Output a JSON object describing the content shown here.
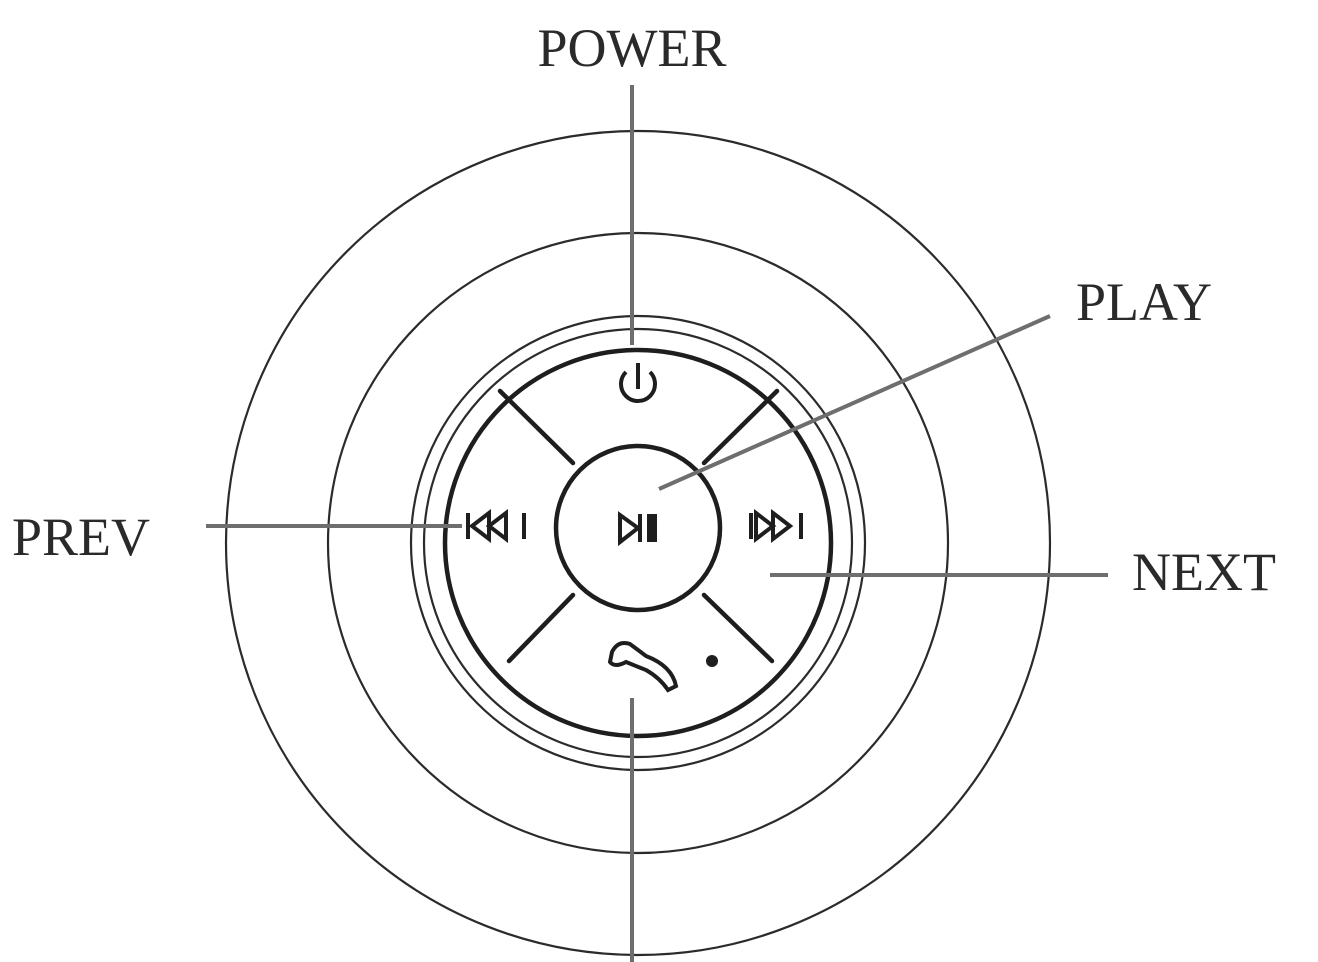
{
  "labels": {
    "power": "POWER",
    "play": "PLAY",
    "prev": "PREV",
    "next": "NEXT"
  },
  "buttons": [
    {
      "name": "power",
      "icon": "power-icon"
    },
    {
      "name": "play",
      "icon": "play-pause-icon"
    },
    {
      "name": "prev",
      "icon": "skip-previous-icon"
    },
    {
      "name": "next",
      "icon": "skip-next-icon"
    },
    {
      "name": "call",
      "icon": "phone-handset-icon"
    }
  ],
  "indicator": {
    "icon": "led-dot"
  },
  "colors": {
    "line": "#1e1e1e",
    "leader": "#6e6e6e",
    "text": "#2a2a2a",
    "background": "#ffffff"
  }
}
